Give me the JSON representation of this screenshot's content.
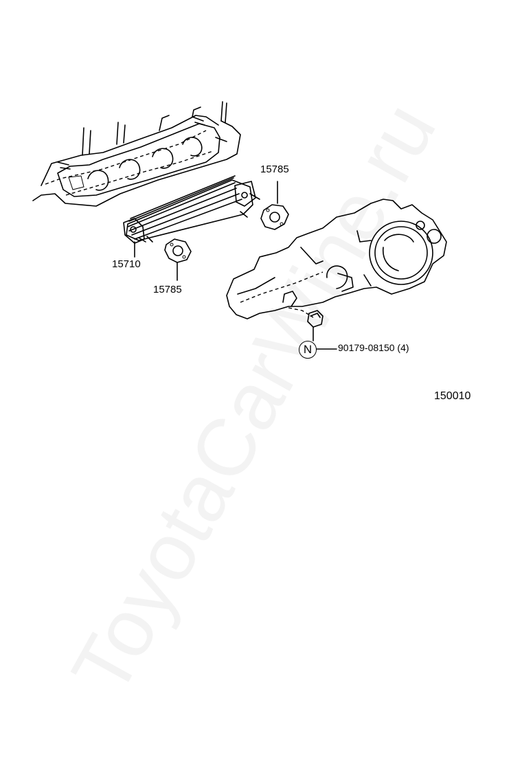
{
  "watermark": "ToyotaCarWine.ru",
  "callouts": {
    "gasket_upper": "15785",
    "cooler": "15710",
    "gasket_lower": "15785",
    "nut_part": "90179-08150 (4)",
    "nut_marker": "N"
  },
  "figure_code": "150010"
}
